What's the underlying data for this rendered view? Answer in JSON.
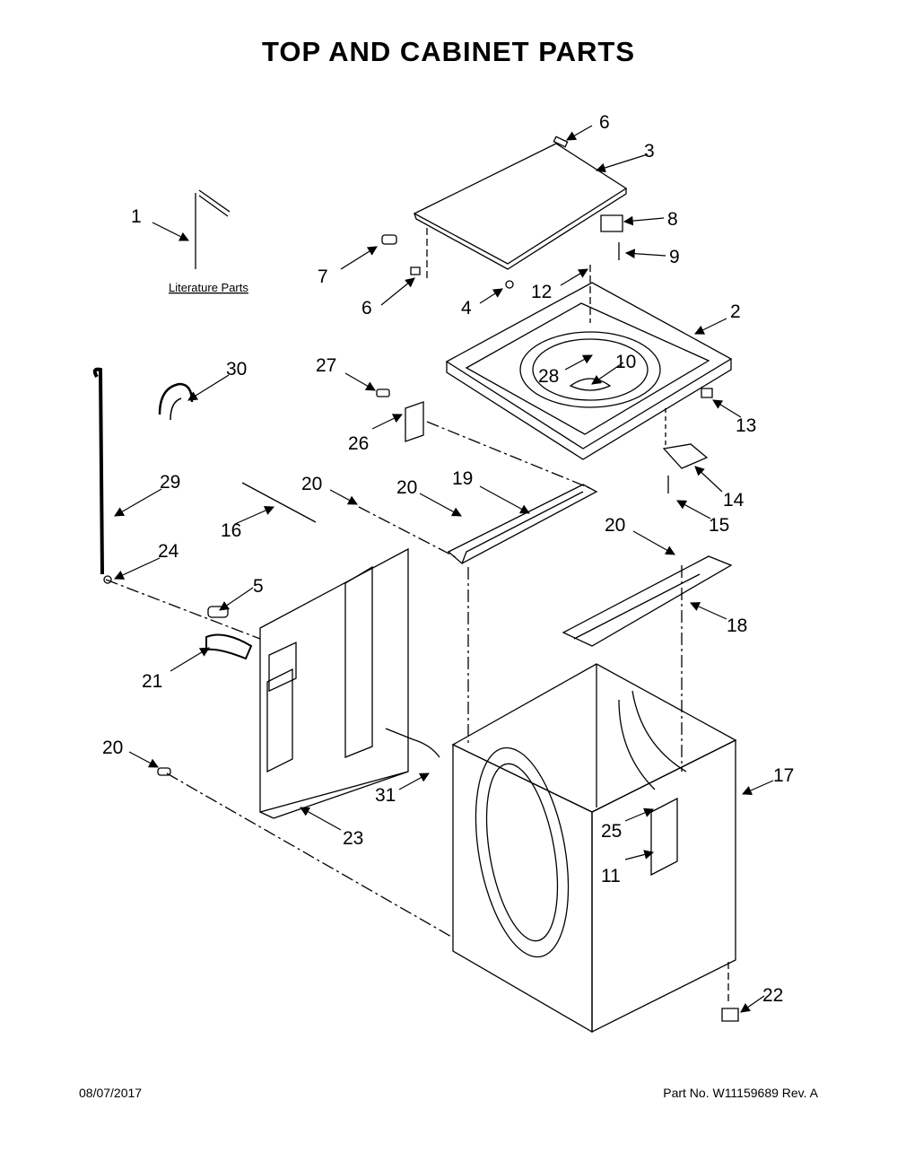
{
  "title": "TOP AND CABINET PARTS",
  "literature_label": "Literature Parts",
  "callouts": [
    "1",
    "2",
    "3",
    "4",
    "5",
    "6",
    "6",
    "7",
    "8",
    "9",
    "10",
    "11",
    "12",
    "13",
    "14",
    "15",
    "16",
    "17",
    "18",
    "19",
    "20",
    "20",
    "20",
    "20",
    "21",
    "22",
    "23",
    "24",
    "25",
    "26",
    "27",
    "28",
    "29",
    "30",
    "31"
  ],
  "footer": {
    "date": "08/07/2017",
    "part_no": "Part No.  W11159689  Rev.  A"
  }
}
